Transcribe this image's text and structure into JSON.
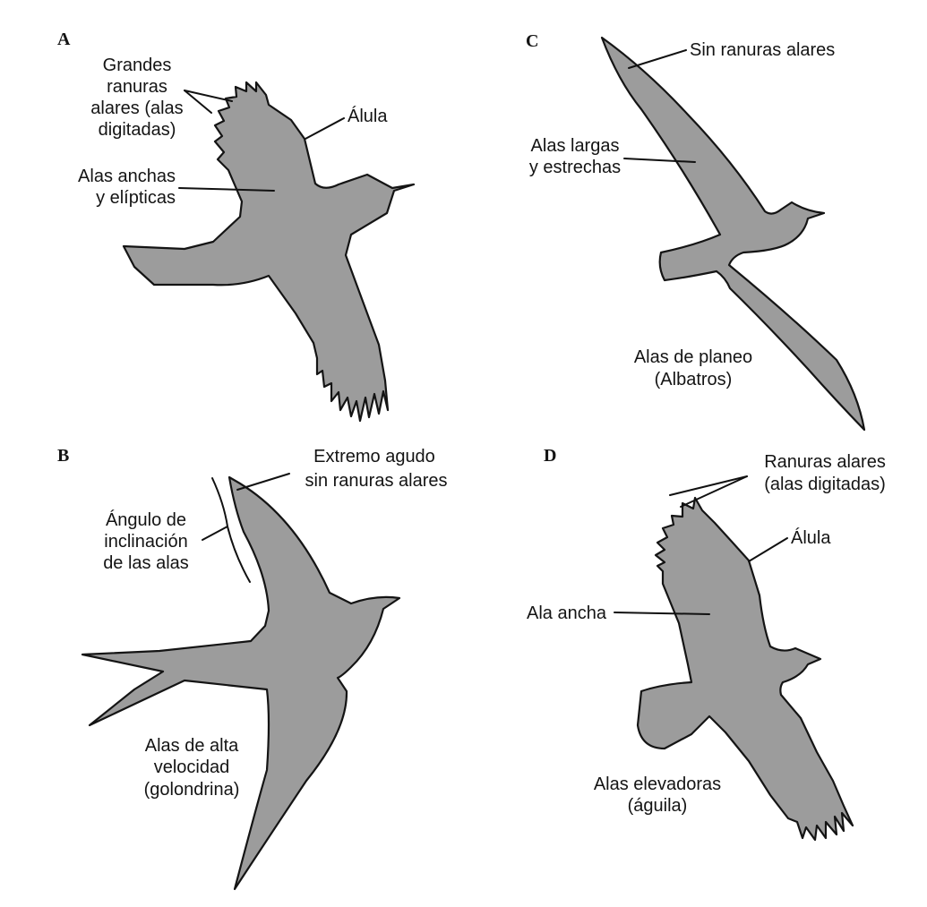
{
  "colors": {
    "silhouette": "#9c9c9c",
    "outline": "#141414",
    "background": "#ffffff"
  },
  "panels": {
    "a": {
      "letter": "A",
      "slots": [
        "Grandes",
        "ranuras",
        "alares (alas",
        "digitadas)"
      ],
      "alula": "Álula",
      "wings": [
        "Alas anchas",
        "y elípticas"
      ]
    },
    "b": {
      "letter": "B",
      "tip": [
        "Extremo agudo",
        "sin ranuras alares"
      ],
      "angle": [
        "Ángulo de",
        "inclinación",
        "de las alas"
      ],
      "caption": [
        "Alas de alta",
        "velocidad",
        "(golondrina)"
      ]
    },
    "c": {
      "letter": "C",
      "no_slots": "Sin ranuras alares",
      "wings": [
        "Alas largas",
        "y estrechas"
      ],
      "caption": [
        "Alas de planeo",
        "(Albatros)"
      ]
    },
    "d": {
      "letter": "D",
      "slots": [
        "Ranuras alares",
        "(alas digitadas)"
      ],
      "alula": "Álula",
      "wing": "Ala ancha",
      "caption": [
        "Alas elevadoras",
        "(águila)"
      ]
    }
  }
}
